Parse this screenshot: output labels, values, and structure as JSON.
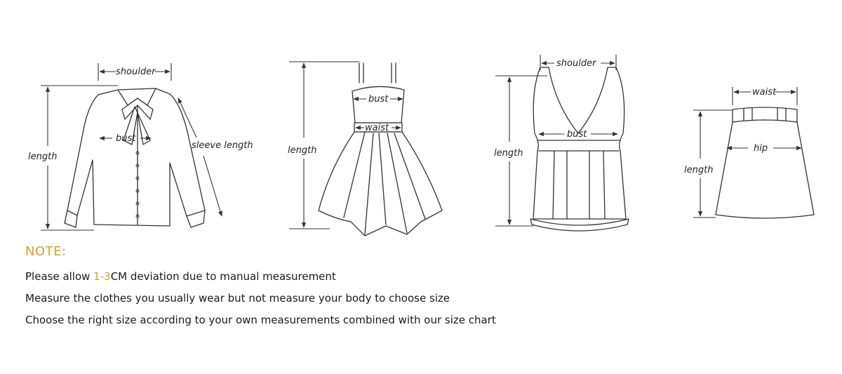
{
  "colors": {
    "accent": "#d4a02c",
    "ink": "#222222",
    "background": "#ffffff"
  },
  "garments": {
    "shirt": {
      "shoulder": "shoulder",
      "bust": "bust",
      "length": "length",
      "sleeve": "sleeve length"
    },
    "dress": {
      "bust": "bust",
      "waist": "waist",
      "length": "length"
    },
    "tank": {
      "shoulder": "shoulder",
      "bust": "bust",
      "length": "length"
    },
    "skirt": {
      "waist": "waist",
      "hip": "hip",
      "length": "length"
    }
  },
  "note": {
    "title": "NOTE:",
    "line1": {
      "before": "Please allow ",
      "highlight": "1-3",
      "after": "CM deviation due to manual measurement"
    },
    "line2": "Measure the clothes you usually wear but not measure your body to choose size",
    "line3": "Choose the right size according to your own measurements combined with our size chart"
  }
}
